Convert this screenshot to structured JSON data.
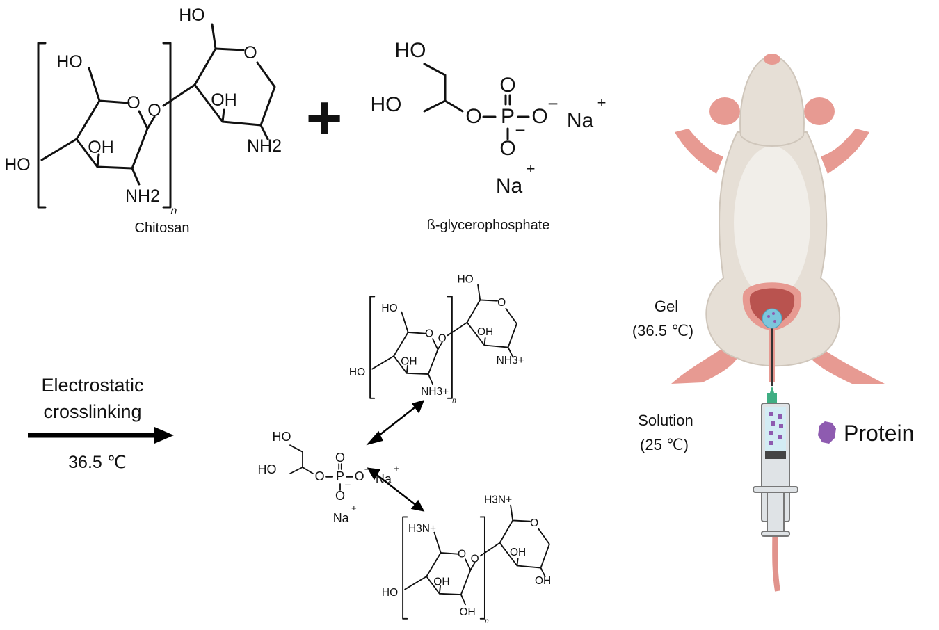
{
  "chitosan": {
    "name": "Chitosan",
    "labels": {
      "ho_top_right": "HO",
      "ho_top_left": "HO",
      "ring_o_left": "O",
      "link_o": "O",
      "ring_o_right": "O",
      "oh_right": "OH",
      "oh_left": "OH",
      "ho_left": "HO",
      "nh2_left": "NH2",
      "nh2_right": "NH2",
      "n": "n"
    }
  },
  "plus_sign": "+",
  "glycerophosphate": {
    "name": "ß-glycerophosphate",
    "labels": {
      "ho1": "HO",
      "ho2": "HO",
      "o_ester": "O",
      "p": "P",
      "o_top": "O",
      "o_bottom": "O",
      "o_right": "O",
      "minus1": "−",
      "minus2": "−",
      "na1": "Na",
      "na1_charge": "+",
      "na2": "Na",
      "na2_charge": "+"
    }
  },
  "reaction": {
    "line1": "Electrostatic",
    "line2": "crosslinking",
    "temperature": "36.5 ℃"
  },
  "product": {
    "top_chain": {
      "ho_top_right": "HO",
      "ho_top_left": "HO",
      "ring_o_left": "O",
      "link_o": "O",
      "ring_o_right": "O",
      "oh_right": "OH",
      "oh_left": "OH",
      "ho_left": "HO",
      "nh2_left": "NH3+",
      "nh2_right": "NH3+",
      "n": "n"
    },
    "bottom_chain": {
      "ho_top_right": "H3N+",
      "ho_top_left": "H3N+",
      "ring_o_left": "O",
      "link_o": "O",
      "ring_o_right": "O",
      "oh_right": "OH",
      "oh_left": "OH",
      "ho_left": "HO",
      "nh2_left": "OH",
      "nh2_right": "OH",
      "n": "n"
    },
    "phosphate": {
      "ho1": "HO",
      "ho2": "HO",
      "o_ester": "O",
      "p": "P",
      "o_top": "O",
      "o_bottom": "O",
      "o_right": "O",
      "minus1": "−",
      "minus2": "−",
      "na1": "Na",
      "na1_charge": "+",
      "na2": "Na",
      "na2_charge": "+"
    }
  },
  "mouse": {
    "gel_label": "Gel",
    "gel_temp": "(36.5 ℃)",
    "solution_label": "Solution",
    "solution_temp": "(25 ℃)",
    "protein_label": "Protein",
    "colors": {
      "skin": "#e8e2da",
      "belly": "#f0ede8",
      "pink": "#e79a92",
      "bladder": "#b9534f",
      "gel": "#7cc6dc",
      "protein": "#8e5bb0",
      "needle": "#3fae83"
    }
  }
}
